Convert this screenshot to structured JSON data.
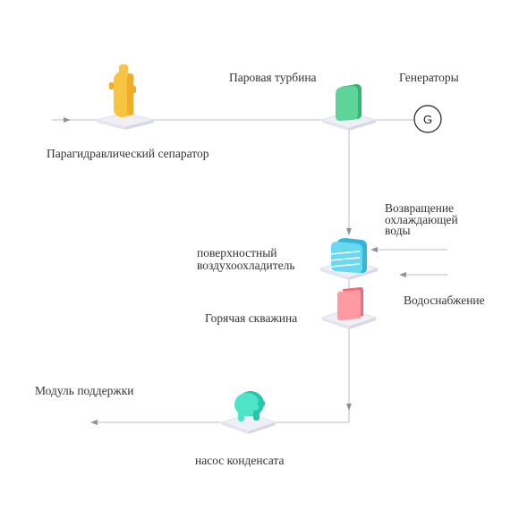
{
  "labels": {
    "separator": "Парагидравлический сепаратор",
    "turbine": "Паровая турбина",
    "generators": "Генераторы",
    "return_water_1": "Возвращение",
    "return_water_2": "охлаждающей",
    "return_water_3": "воды",
    "aircooler_1": "поверхностный",
    "aircooler_2": "воздухоохладитель",
    "water_supply": "Водоснабжение",
    "hotwell": "Горячая скважина",
    "support_module": "Модуль поддержки",
    "condensate_pump": "насос конденсата"
  },
  "generator_symbol": "G",
  "icons": {
    "separator": "separator-vessel-icon",
    "turbine": "steam-turbine-icon",
    "generator": "generator-icon",
    "aircooler": "air-cooler-icon",
    "hotwell": "hotwell-tank-icon",
    "pump": "condensate-pump-icon"
  },
  "colors": {
    "separator": "#f7c544",
    "separator_dark": "#f0ad28",
    "turbine": "#5fd49a",
    "turbine_dark": "#2fb872",
    "aircooler": "#6ad8ef",
    "aircooler_dark": "#2fb8dc",
    "hotwell": "#ff9aa3",
    "hotwell_dark": "#f06a78",
    "pump": "#4fe3c8",
    "pump_dark": "#22c9a9",
    "pipe": "#b9bccb",
    "arrow": "#8d90a8"
  }
}
